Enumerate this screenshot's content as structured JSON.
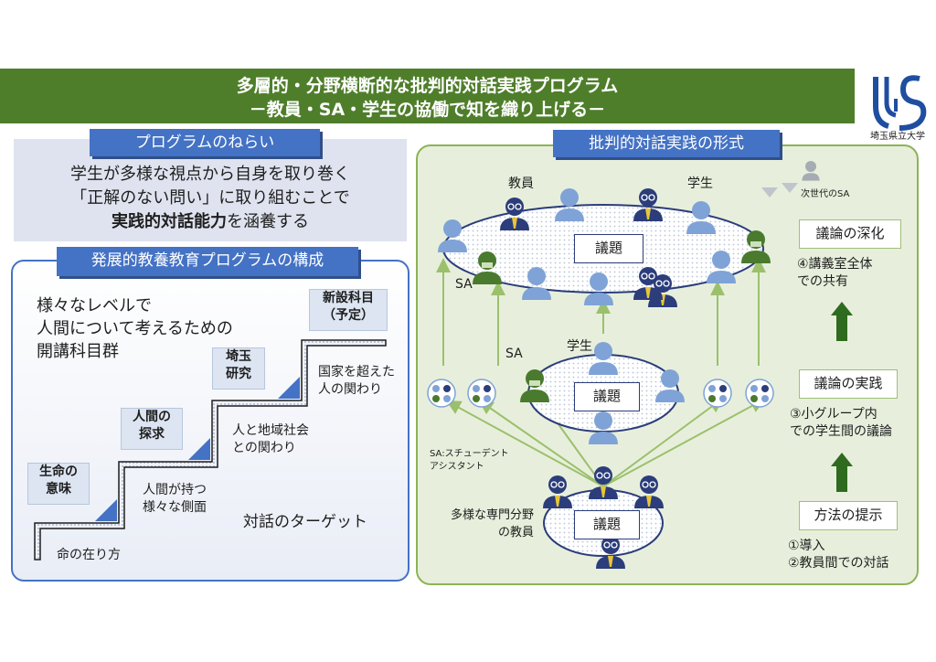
{
  "header": {
    "title_line1": "多層的・分野横断的な批判的対話実践プログラム",
    "title_line2": "－教員・SA・学生の協働で知を織り上げる－",
    "org": "埼玉県立大学"
  },
  "aim": {
    "tag": "プログラムのねらい",
    "line1": "学生が多様な視点から自身を取り巻く",
    "line2": "「正解のない問い」に取り組むことで",
    "line3_bold": "実践的対話能力",
    "line3_rest": "を涵養する"
  },
  "structure": {
    "tag": "発展的教養教育プログラムの構成",
    "intro": [
      "様々なレベルで",
      "人間について考えるための",
      "開講科目群"
    ],
    "steps": [
      {
        "name": "生命の意味",
        "desc": "命の在り方"
      },
      {
        "name": "人間の探求",
        "desc": "人間が持つ様々な側面"
      },
      {
        "name": "埼玉研究",
        "desc": "人と地域社会との関わり"
      },
      {
        "name": "新設科目（予定）",
        "desc": "国家を超えた人の関わり"
      }
    ],
    "step_lines": [
      [
        "生命の",
        "意味"
      ],
      [
        "人間の",
        "探求"
      ],
      [
        "埼玉",
        "研究"
      ],
      [
        "新設科目",
        "（予定）"
      ]
    ],
    "desc_lines": [
      [
        "命の在り方"
      ],
      [
        "人間が持つ",
        "様々な側面"
      ],
      [
        "人と地域社会",
        "との関わり"
      ],
      [
        "国家を超えた",
        "人の関わり"
      ]
    ],
    "target": "対話のターゲット"
  },
  "practice": {
    "tag": "批判的対話実践の形式",
    "topic": "議題",
    "label_faculty": "教員",
    "label_student": "学生",
    "label_sa": "SA",
    "next_sa": "次世代のSA",
    "sa_note": [
      "SA:スチューデント",
      "アシスタント"
    ],
    "faculty_note": [
      "多様な専門分野",
      "の教員"
    ],
    "stages": [
      {
        "title": "議論の深化",
        "desc": [
          "④講義室全体",
          "での共有"
        ]
      },
      {
        "title": "議論の実践",
        "desc": [
          "③小グループ内",
          "での学生間の議論"
        ]
      },
      {
        "title": "方法の提示",
        "desc": [
          "①導入",
          "②教員間での対話"
        ]
      }
    ]
  },
  "colors": {
    "banner": "#4f7e2b",
    "tag_blue": "#4472c4",
    "panel_green": "#e7efdc",
    "arrow_green": "#9bc06c",
    "faculty_navy": "#2b3d7a",
    "student_blue": "#7fa3d6",
    "sa_green": "#4a7a2e"
  }
}
